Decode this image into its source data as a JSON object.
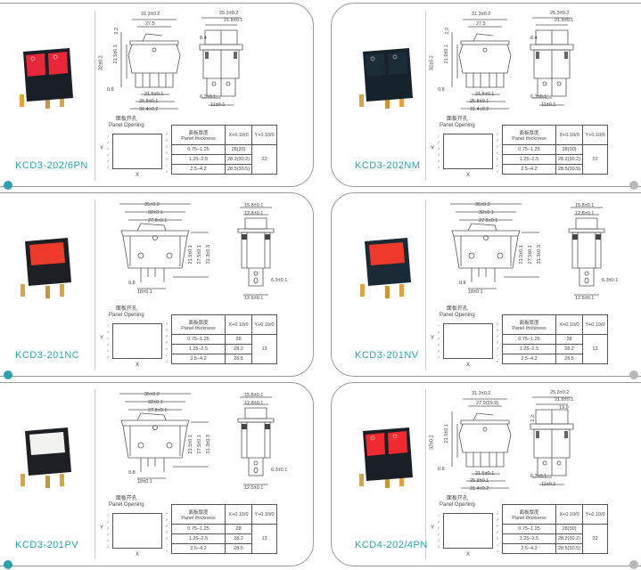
{
  "colors": {
    "accent": "#2aa3ad",
    "left_dot": "#2aa3ad",
    "right_dot": "#b8b8b8"
  },
  "panel_label_cn": "面板开孔",
  "panel_label_en": "Panel Opening",
  "table_header": {
    "cn": "面板厚度",
    "en": "Panel thickness",
    "x": "X+0.10/0",
    "y": "Y+0.10/0"
  },
  "axis": {
    "x": "X",
    "y": "Y"
  },
  "cards": [
    {
      "model": "KCD3-202/6PN",
      "type": "double",
      "rocker": "#e8283a",
      "body": "#1a1f26",
      "dims": [
        "31.3±0.2",
        "27.5",
        "2.2",
        "32±0.2",
        "21.5±0.1",
        "0.8",
        "21.5±0.1",
        "25.8±0.1",
        "31.4±0.2",
        "25.3±0.2",
        "21.8±0.1",
        "8.4",
        "6.3±0.1",
        "11±0.1"
      ],
      "rows": [
        [
          "0.75–1.25",
          "28(30)"
        ],
        [
          "1.25–2.5",
          "28.2(30.2)"
        ],
        [
          "2.5–4.2",
          "28.5(30.5)"
        ]
      ],
      "y_value": "22"
    },
    {
      "model": "KCD3-202NM",
      "type": "double",
      "rocker": "#1d2d38",
      "body": "#17232c",
      "dims": [
        "31.3±0.2",
        "27.5",
        "2.2",
        "32±0.2",
        "21.5±0.1",
        "0.8",
        "21.5±0.1",
        "25.8±0.1",
        "31.4±0.2",
        "25.3±0.2",
        "21.8±0.1",
        "8.4",
        "6.3±0.1",
        "11±0.1"
      ],
      "rows": [
        [
          "0.75–1.25",
          "28(30)"
        ],
        [
          "1.25–2.5",
          "28.2(30.2)"
        ],
        [
          "2.5–4.2",
          "28.5(30.5)"
        ]
      ],
      "y_value": "22"
    },
    {
      "model": "KCD3-201NC",
      "type": "single",
      "rocker": "#ee3a2a",
      "body": "#1c1f24",
      "dims": [
        "35±0.2",
        "32±0.1",
        "27.8±0.1",
        "21.5±0.1",
        "27.5±0.1",
        "31.3±0.3",
        "0.8",
        "18±0.1",
        "15.8±0.1",
        "12.8±0.1",
        "6.3±0.1",
        "12.6±0.1"
      ],
      "rows": [
        [
          "0.75–1.25",
          "28"
        ],
        [
          "1.25–2.5",
          "28.2"
        ],
        [
          "2.5–4.2",
          "28.5"
        ]
      ],
      "y_value": "13"
    },
    {
      "model": "KCD3-201NV",
      "type": "single",
      "rocker": "#ee3a2a",
      "body": "#1a2a36",
      "dims": [
        "35±0.2",
        "32±0.1",
        "27.8±0.1",
        "21.5±0.1",
        "27.5±0.1",
        "31.3±0.3",
        "0.8",
        "18±0.1",
        "15.8±0.1",
        "12.8±0.1",
        "6.3±0.1",
        "12.6±0.1"
      ],
      "rows": [
        [
          "0.75–1.25",
          "28"
        ],
        [
          "1.25–2.5",
          "28.2"
        ],
        [
          "2.5–4.2",
          "28.5"
        ]
      ],
      "y_value": "13"
    },
    {
      "model": "KCD3-201PV",
      "type": "single",
      "rocker": "#f2f2f0",
      "body": "#1c1f24",
      "dims": [
        "35±0.2",
        "32±0.1",
        "27.8±0.1",
        "21.5±0.1",
        "27.5±0.1",
        "31.3±0.3",
        "0.8",
        "18±0.1",
        "15.8±0.1",
        "12.8±0.1",
        "6.3±0.1",
        "12.6±0.1"
      ],
      "rows": [
        [
          "0.75–1.25",
          "28"
        ],
        [
          "1.25–2.5",
          "28.2"
        ],
        [
          "2.5–4.2",
          "28.5"
        ]
      ],
      "y_value": "13"
    },
    {
      "model": "KCD4-202/4PN",
      "type": "double4",
      "rocker": "#f02a30",
      "body": "#1a1f26",
      "dims": [
        "31.3±0.2",
        "27.9(29.9)",
        "2.2",
        "32±0.2",
        "21.5±0.1",
        "0.8",
        "21.5±0.1",
        "25.8±0.1",
        "31.4±0.2",
        "25.3±0.2",
        "21.8±0.1",
        "19.9",
        "6.3±0.1",
        "11±0.1"
      ],
      "rows": [
        [
          "0.75–1.25",
          "28(30)"
        ],
        [
          "1.25–2.5",
          "28.2(30.2)"
        ],
        [
          "2.5–4.2",
          "28.5(30.5)"
        ]
      ],
      "y_value": "22"
    }
  ]
}
